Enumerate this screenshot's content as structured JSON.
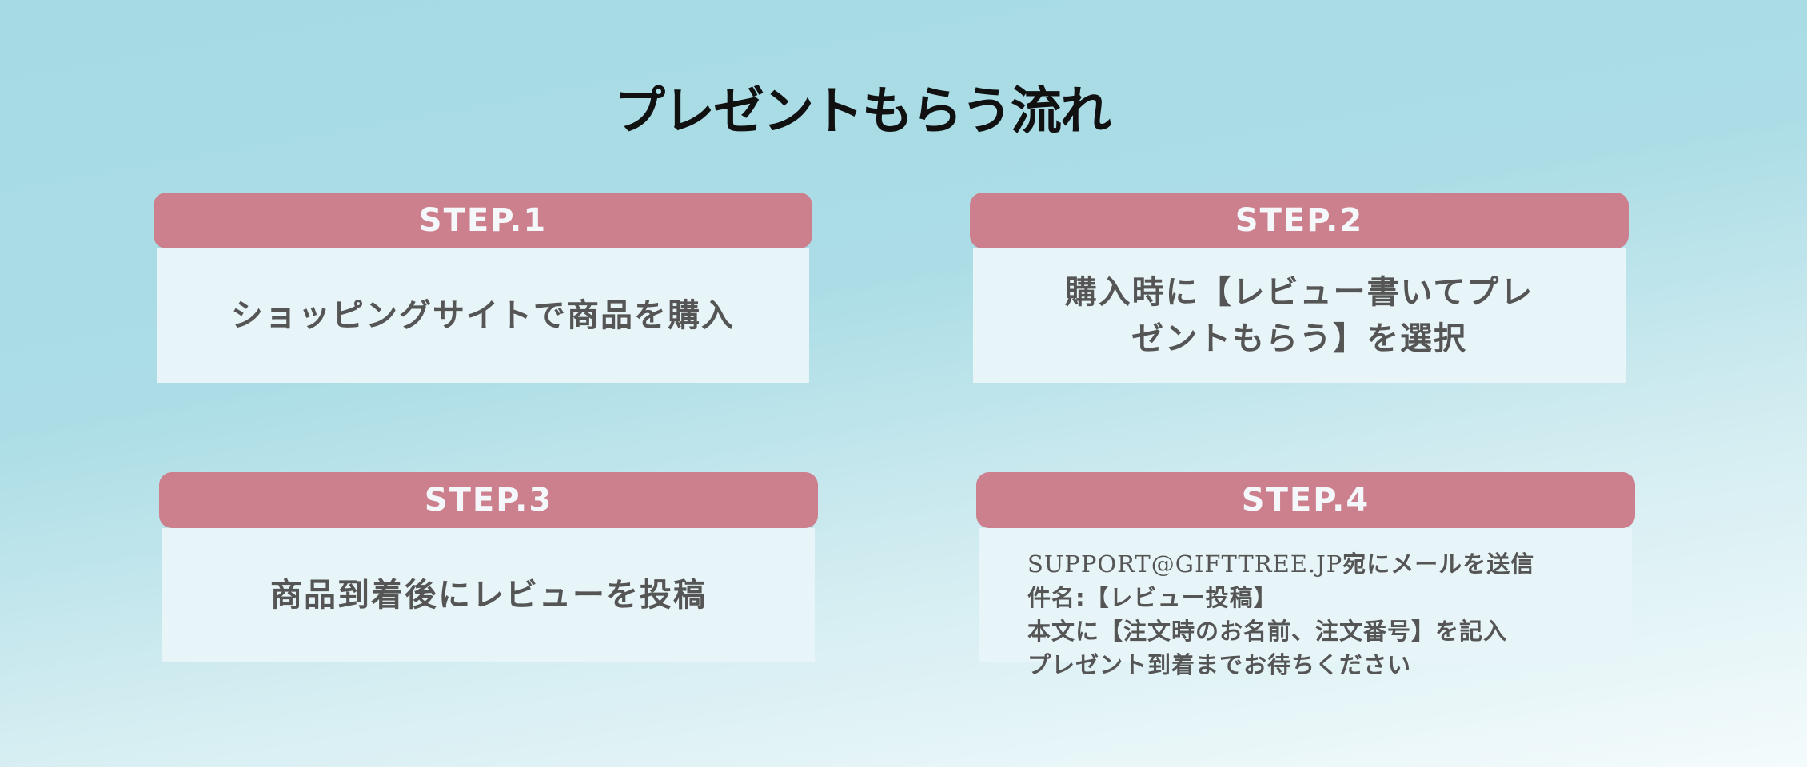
{
  "title": "プレゼントもらう流れ",
  "steps": [
    {
      "label": "STEP.1",
      "lines": [
        "ショッピングサイトで商品を購入"
      ]
    },
    {
      "label": "STEP.2",
      "lines": [
        "購入時に【レビュー書いてプレ",
        "ゼントもらう】を選択"
      ]
    },
    {
      "label": "STEP.3",
      "lines": [
        "商品到着後にレビューを投稿"
      ]
    },
    {
      "label": "STEP.4",
      "email": "SUPPORT@GIFTTREE.JP",
      "lines": [
        "宛にメールを送信",
        "件名:【レビュー投稿】",
        "本文に【注文時のお名前、注文番号】を記入",
        "プレゼント到着までお待ちください"
      ]
    }
  ],
  "colors": {
    "header": "#cc808d",
    "card": "#e8f5f8",
    "text": "#555555"
  }
}
